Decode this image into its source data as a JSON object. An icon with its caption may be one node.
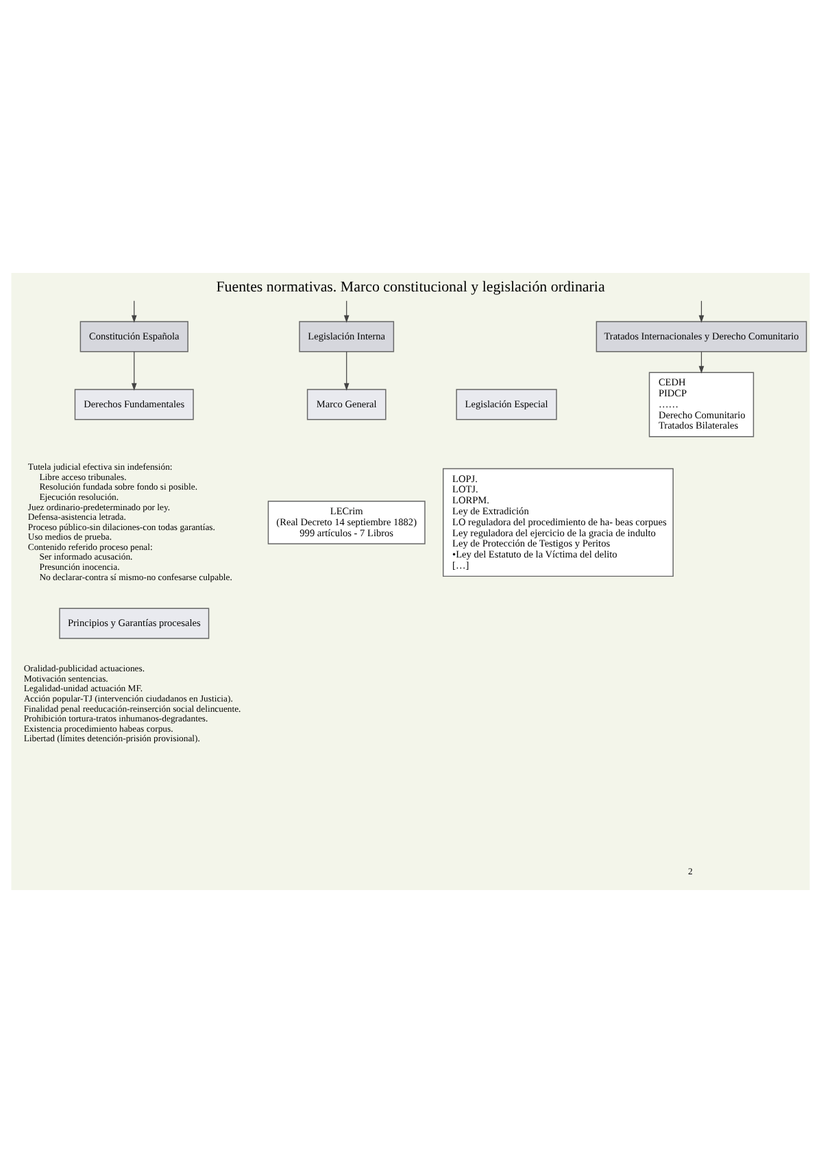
{
  "diagram": {
    "title": "Fuentes normativas. Marco constitucional y legislación ordinaria",
    "nodes": [
      {
        "text": [
          "Constitución Española"
        ]
      },
      {
        "text": [
          "Derechos Fundamentales"
        ]
      },
      {
        "text": [
          "Principios y Garantías procesales"
        ]
      },
      {
        "text": [
          "Legislación Interna"
        ]
      },
      {
        "text": [
          "Marco General"
        ]
      },
      {
        "text": [
          "LECrim",
          "(Real Decreto 14 septiembre 1882)",
          "999 artículos - 7 Libros"
        ]
      },
      {
        "text": [
          "Legislación Especial"
        ]
      },
      {
        "text": [
          "LOPJ.",
          "LOTJ.",
          "LORPM.",
          "Ley de Extradición",
          "LO reguladora del procedimiento de ha- beas corpues",
          "Ley reguladora del ejercicio de la gracia de indulto",
          "Ley de Protección de Testigos y Peritos",
          "•Ley del Estatuto de la Víctima del delito",
          "[…]"
        ]
      },
      {
        "text": [
          "Tratados Internacionales y Derecho Comunitario"
        ]
      },
      {
        "text": [
          "CEDH",
          "PIDCP",
          "……",
          "Derecho Comunitario",
          "Tratados Bilaterales"
        ]
      }
    ],
    "edges": [
      {
        "from": null,
        "to": 0,
        "arrow": "to"
      },
      {
        "from": null,
        "to": 3,
        "arrow": "to"
      },
      {
        "from": null,
        "to": 8,
        "arrow": "to"
      },
      {
        "from": 0,
        "to": 1,
        "arrow": "to"
      },
      {
        "from": 3,
        "to": 4,
        "arrow": "to"
      },
      {
        "from": 8,
        "to": 9,
        "arrow": "to"
      }
    ],
    "labels": [
      "Tutela judicial efectiva sin indefensión:",
      "Libre acceso tribunales.",
      "Resolución fundada sobre fondo si posible.",
      "Ejecución resolución.",
      "Juez ordinario-predeterminado por ley.",
      "Defensa-asistencia letrada.",
      "Proceso público-sin dilaciones-con todas garantías.",
      "Uso medios de prueba.",
      "Contenido referido proceso penal:",
      "Ser informado acusación.",
      "Presunción inocencia.",
      "No declarar-contra sí mismo-no confesarse culpable.",
      "Oralidad-publicidad actuaciones.",
      "Motivación sentencias.",
      "Legalidad-unidad actuación MF.",
      "Acción popular-TJ (intervención ciudadanos en Justicia).",
      "Finalidad penal reeducación-reinserción social delincuente.",
      "Prohibición tortura-tratos inhumanos-degradantes.",
      "Existencia procedimiento habeas corpus.",
      "Libertad (límites detención-prisión provisional).",
      "2"
    ]
  }
}
